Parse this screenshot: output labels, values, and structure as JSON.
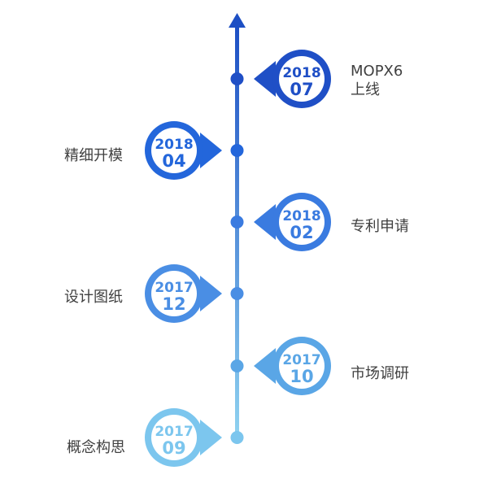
{
  "timeline": {
    "colors": {
      "top": "#1d4fc4",
      "bottom": "#8fd2f0",
      "ring": "#ffffff"
    },
    "milestones": [
      {
        "year": "2018",
        "month": "07",
        "label_lines": [
          "MOPX6",
          "上线"
        ],
        "side": "right",
        "color": "#1f4fc6"
      },
      {
        "year": "2018",
        "month": "04",
        "label_lines": [
          "精细开模"
        ],
        "side": "left",
        "color": "#2366db"
      },
      {
        "year": "2018",
        "month": "02",
        "label_lines": [
          "专利申请"
        ],
        "side": "right",
        "color": "#3a7be0"
      },
      {
        "year": "2017",
        "month": "12",
        "label_lines": [
          "设计图纸"
        ],
        "side": "left",
        "color": "#4a8ee4"
      },
      {
        "year": "2017",
        "month": "10",
        "label_lines": [
          "市场调研"
        ],
        "side": "right",
        "color": "#5aa6e6"
      },
      {
        "year": "2017",
        "month": "09",
        "label_lines": [
          "概念构思"
        ],
        "side": "left",
        "color": "#7cc6ee"
      }
    ]
  }
}
